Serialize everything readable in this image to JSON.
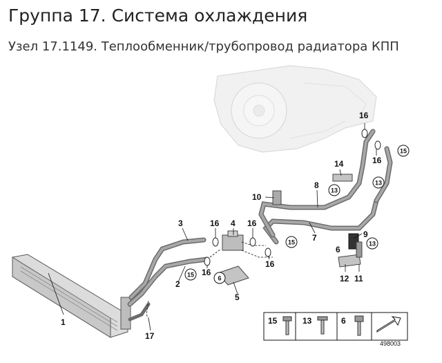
{
  "header": {
    "title": "Группа 17. Система охлаждения",
    "subtitle": "Узел 17.1149. Теплообменник/трубопровод радиатора КПП"
  },
  "callouts": {
    "c1": "1",
    "c2": "2",
    "c3": "3",
    "c4": "4",
    "c5": "5",
    "c6": "6",
    "c7": "7",
    "c8": "8",
    "c9": "9",
    "c10": "10",
    "c11": "11",
    "c12": "12",
    "c14": "14",
    "c16a": "16",
    "c16b": "16",
    "c16c": "16",
    "c16d": "16",
    "c16e": "16",
    "c16f": "16",
    "c17": "17"
  },
  "circled": {
    "c13a": "13",
    "c13b": "13",
    "c13c": "13",
    "c15a": "15",
    "c15b": "15",
    "c15c": "15",
    "c6b": "6"
  },
  "legend": {
    "items": [
      {
        "label": "15"
      },
      {
        "label": "13"
      },
      {
        "label": "6"
      }
    ],
    "ref_number": "498003"
  },
  "colors": {
    "pipe": "#9a9a9a",
    "pipe_dark": "#6b6b6b",
    "gearbox": "#d9d9d9",
    "line": "#111111"
  }
}
